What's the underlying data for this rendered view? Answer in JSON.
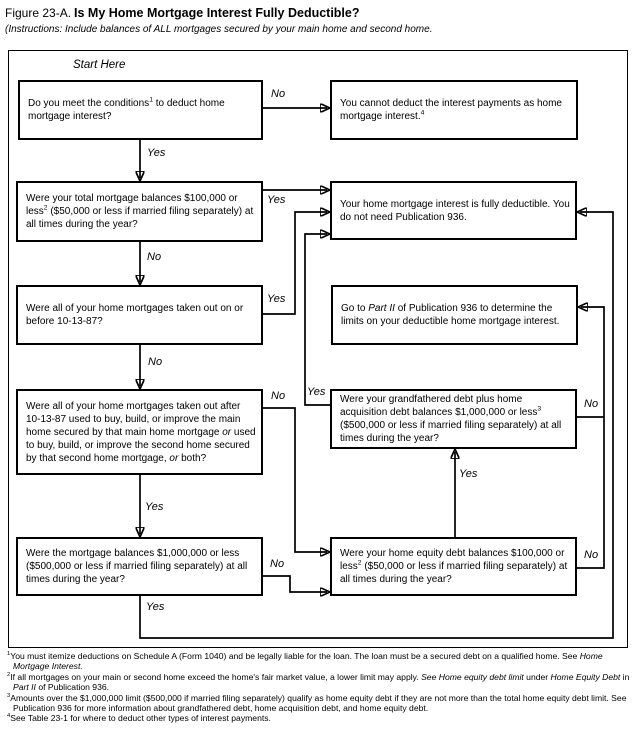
{
  "colors": {
    "ink": "#000000",
    "background": "#ffffff"
  },
  "title": {
    "prefix": "Figure 23-A.",
    "main": "Is My Home Mortgage Interest Fully Deductible?"
  },
  "instructions": "(Instructions: Include balances of ALL mortgages secured by your main home and second home.",
  "start_label": "Start Here",
  "labels": {
    "yes": "Yes",
    "no": "No"
  },
  "boxes": {
    "conditions": {
      "segments": [
        {
          "t": "Do you meet the conditions"
        },
        {
          "t": "1",
          "s": "sup"
        },
        {
          "t": " to deduct home mortgage interest?"
        }
      ]
    },
    "cannot_deduct": {
      "segments": [
        {
          "t": "You cannot deduct the interest payments as home mortgage interest."
        },
        {
          "t": "4",
          "s": "sup"
        }
      ]
    },
    "total_balances": {
      "segments": [
        {
          "t": "Were your total mortgage balances $100,000 or less"
        },
        {
          "t": "2",
          "s": "sup"
        },
        {
          "t": " ($50,000 or less if married filing separately) at all times during the year?"
        }
      ]
    },
    "fully_deductible": {
      "segments": [
        {
          "t": "Your home mortgage interest is fully deductible. You do not need Publication 936."
        }
      ]
    },
    "before_101387": {
      "segments": [
        {
          "t": "Were all of your home mortgages taken out on or before 10-13-87?"
        }
      ]
    },
    "go_part_2": {
      "segments": [
        {
          "t": "Go to "
        },
        {
          "t": "Part II",
          "s": "i"
        },
        {
          "t": " of Publication 936 to determine the limits on your deductible home mortgage interest."
        }
      ]
    },
    "after_101387": {
      "segments": [
        {
          "t": "Were all of your home mortgages taken out after 10-13-87 used to buy, build, or improve the main home secured by that main home mortgage "
        },
        {
          "t": "or",
          "s": "i"
        },
        {
          "t": " used to buy, build, or improve the second home secured by that second home mortgage, "
        },
        {
          "t": "or",
          "s": "i"
        },
        {
          "t": " both?"
        }
      ]
    },
    "grandfathered": {
      "segments": [
        {
          "t": "Were your grandfathered debt plus home acquisition debt balances $1,000,000 or less"
        },
        {
          "t": "3",
          "s": "sup"
        },
        {
          "t": " ($500,000 or less if married filing separately) at all times during the year?"
        }
      ]
    },
    "million_balances": {
      "segments": [
        {
          "t": "Were the mortgage balances $1,000,000 or less ($500,000 or less if married filing separately) at all times during the year?"
        }
      ]
    },
    "home_equity": {
      "segments": [
        {
          "t": "Were your home equity debt balances $100,000 or less"
        },
        {
          "t": "2",
          "s": "sup"
        },
        {
          "t": " ($50,000 or less if married filing separately) at all times during the year?"
        }
      ]
    }
  },
  "footnotes": [
    {
      "segments": [
        {
          "t": "1",
          "s": "sup"
        },
        {
          "t": "You must itemize deductions on Schedule A (Form 1040) and be legally liable for the loan. The loan must be a secured debt on a qualified home. See "
        },
        {
          "t": "Home Mortgage Interest.",
          "s": "i"
        }
      ]
    },
    {
      "segments": [
        {
          "t": "2",
          "s": "sup"
        },
        {
          "t": "If all mortgages on your main or second home exceed the home's fair market value, a lower limit may apply. "
        },
        {
          "t": "See Home equity debt limit",
          "s": "i"
        },
        {
          "t": " under "
        },
        {
          "t": "Home Equity Debt",
          "s": "i"
        },
        {
          "t": " in "
        },
        {
          "t": "Part II",
          "s": "i"
        },
        {
          "t": " of Publication 936."
        }
      ]
    },
    {
      "segments": [
        {
          "t": "3",
          "s": "sup"
        },
        {
          "t": "Amounts over the $1,000,000 limit ($500,000 if married filing separately) qualify as home equity debt if they are not more than the total home equity debt limit. See Publication 936 for more information about grandfathered debt, home acquisition debt, and home equity debt."
        }
      ]
    },
    {
      "segments": [
        {
          "t": "4",
          "s": "sup"
        },
        {
          "t": "See Table 23-1 for where to deduct other types of interest payments."
        }
      ]
    }
  ]
}
